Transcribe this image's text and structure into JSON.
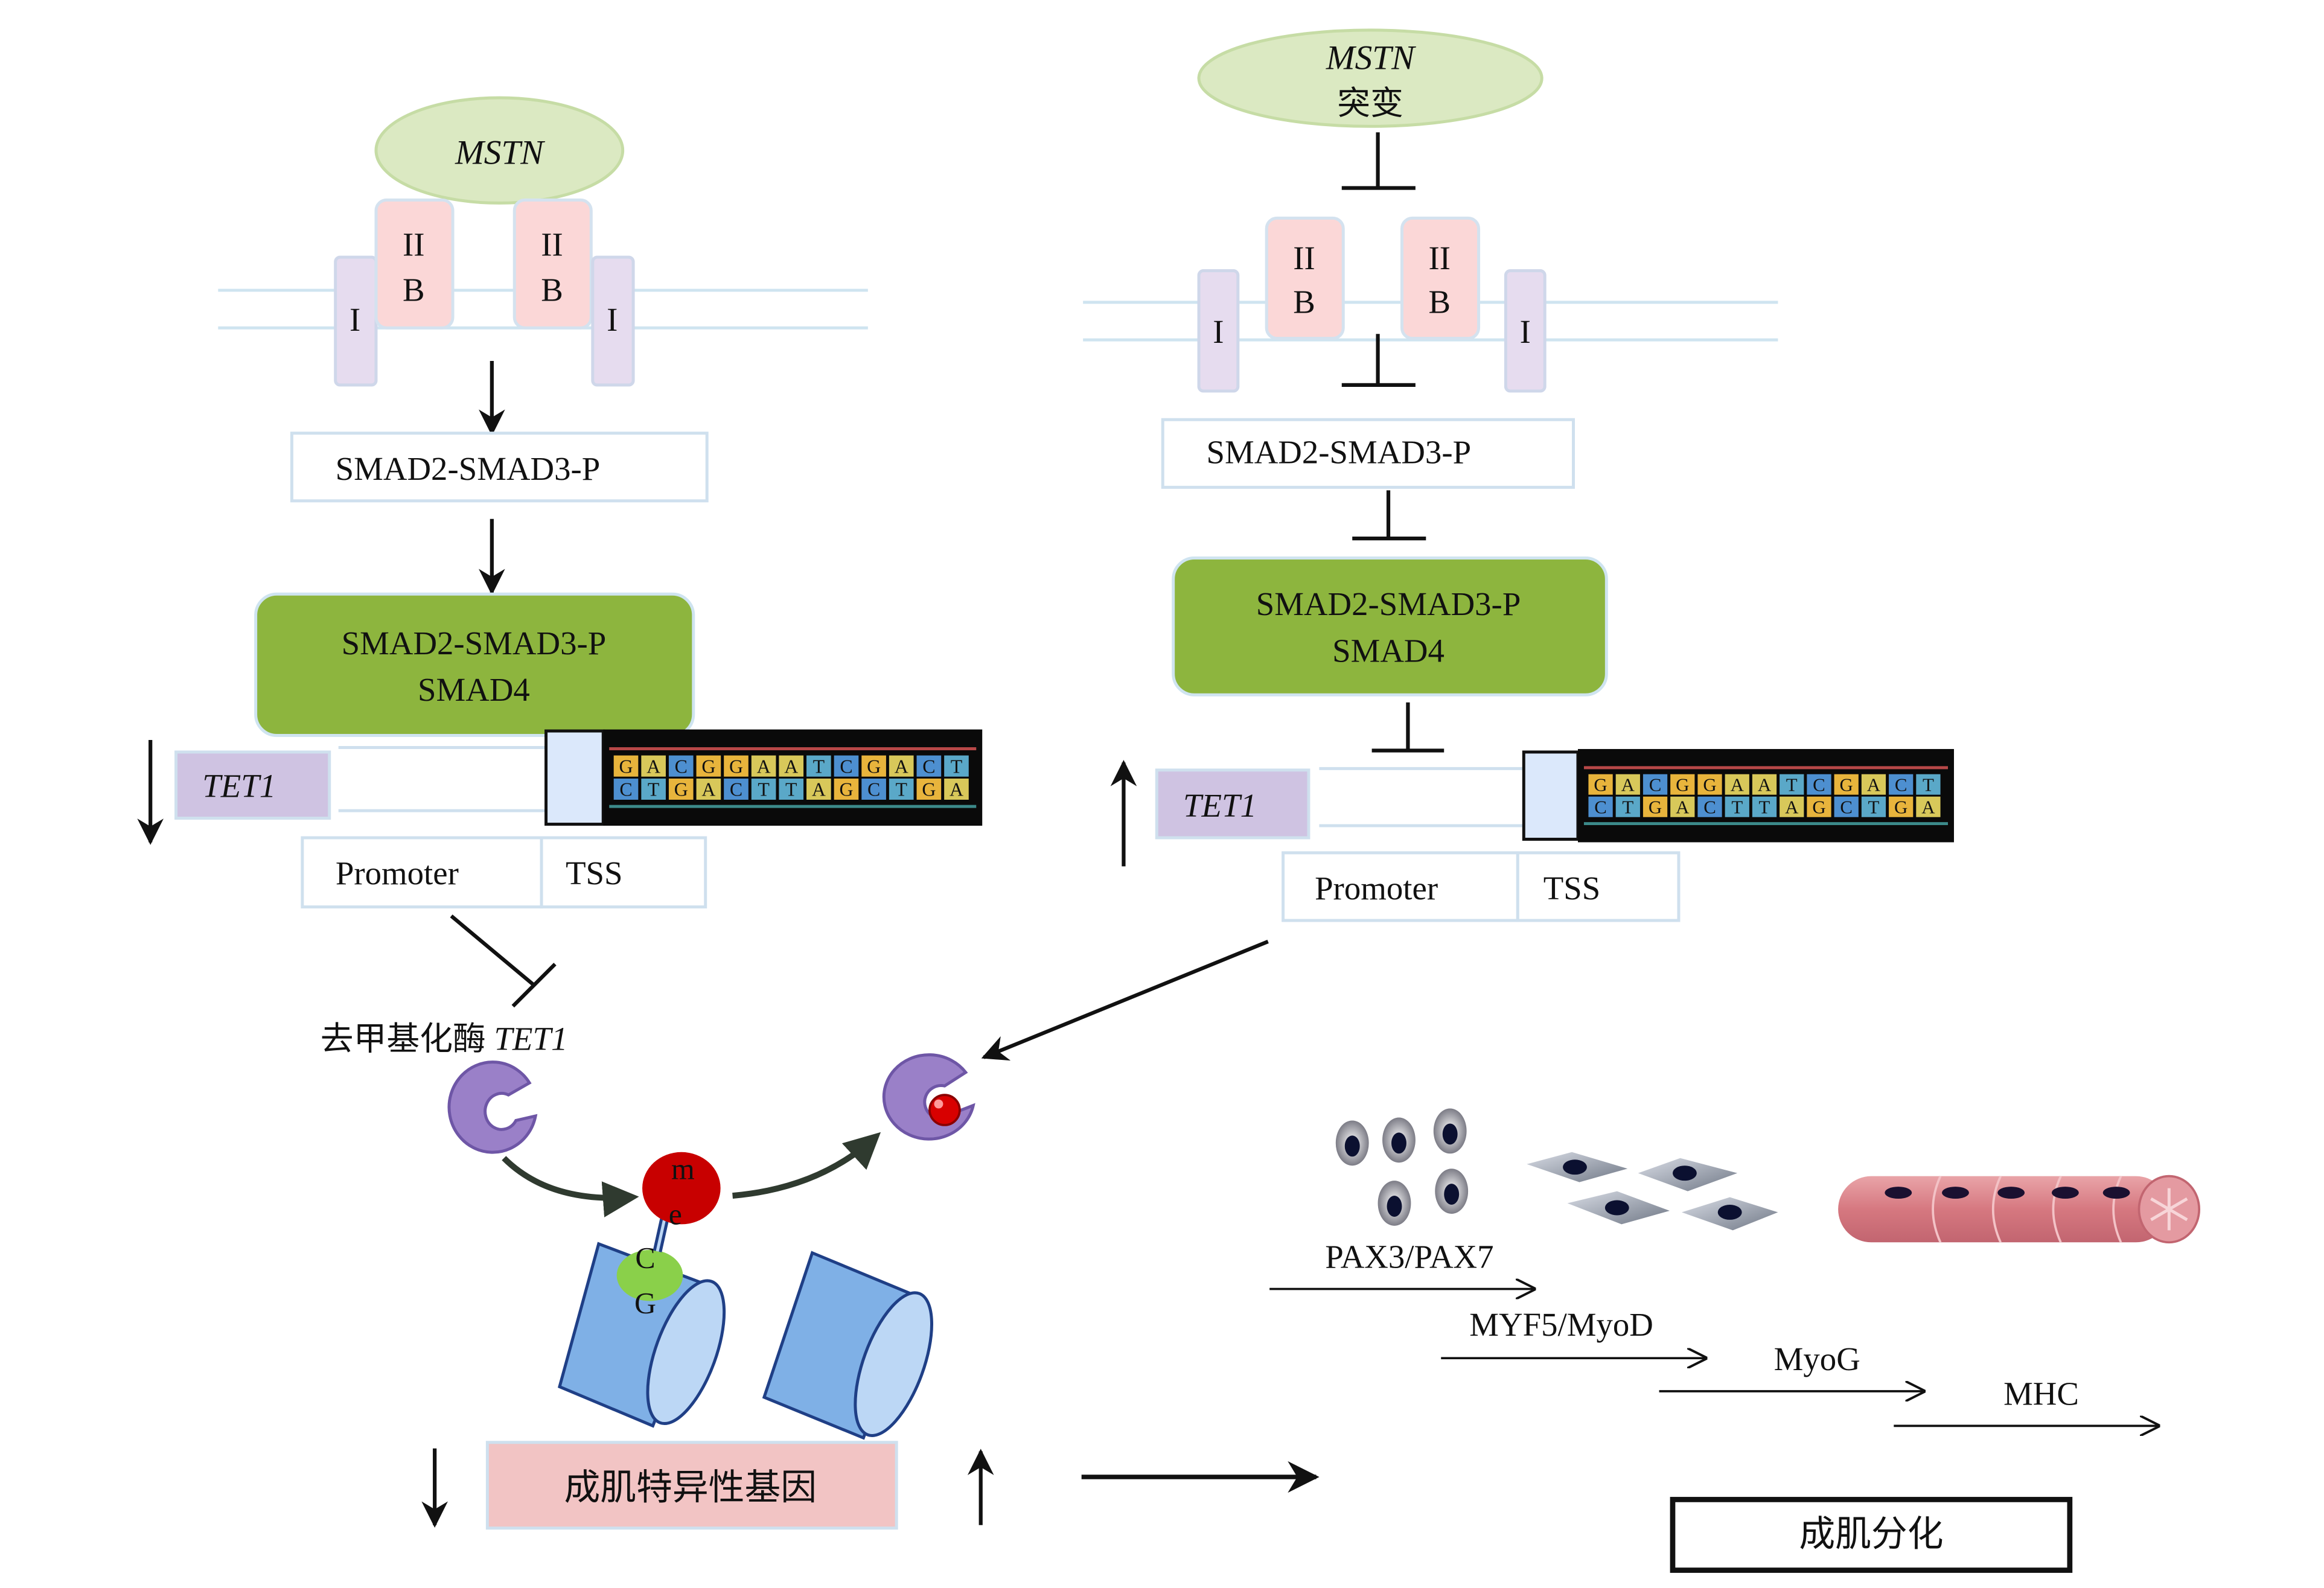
{
  "left_panel": {
    "ligand": "MSTN",
    "receptor_iib_top": "II",
    "receptor_iib_bottom": "B",
    "receptor_i": "I",
    "smad_p_label": "SMAD2-SMAD3-P",
    "complex_line1": "SMAD2-SMAD3-P",
    "complex_line2": "SMAD4",
    "tet1_label": "TET1",
    "promoter_label": "Promoter",
    "tss_label": "TSS",
    "demethylase_prefix": "去甲基化酶 ",
    "demethylase_gene": "TET1"
  },
  "right_panel": {
    "ligand_line1": "MSTN",
    "ligand_line2": "突变",
    "receptor_iib_top": "II",
    "receptor_iib_bottom": "B",
    "receptor_i": "I",
    "smad_p_label": "SMAD2-SMAD3-P",
    "complex_line1": "SMAD2-SMAD3-P",
    "complex_line2": "SMAD4",
    "tet1_label": "TET1",
    "promoter_label": "Promoter",
    "tss_label": "TSS"
  },
  "dna": {
    "top_strand": [
      "G",
      "A",
      "C",
      "G",
      "G",
      "A",
      "A",
      "T",
      "C",
      "G",
      "A",
      "C",
      "T"
    ],
    "bottom_strand": [
      "C",
      "T",
      "G",
      "A",
      "C",
      "T",
      "T",
      "A",
      "G",
      "C",
      "T",
      "G",
      "A"
    ],
    "base_colors": {
      "A": "#d8c85a",
      "C": "#4d8fd0",
      "G": "#e8b43c",
      "T": "#5aa8c8"
    }
  },
  "methylation": {
    "m": "m",
    "e": "e",
    "c": "C",
    "g": "G"
  },
  "genes_label": "成肌特异性基因",
  "markers": [
    "PAX3/PAX7",
    "MYF5/MyoD",
    "MyoG",
    "MHC"
  ],
  "outcome_label": "成肌分化",
  "colors": {
    "ligand_fill": "#dbe9c2",
    "receptor_iib": "#fbd7d7",
    "receptor_i": "#e6dcef",
    "complex_green": "#8db53e",
    "tet1_fill": "#cfc3e2",
    "gene_box": "#f2c4c4",
    "nucleosome": "#7fb0e6",
    "enzyme": "#9a80c8",
    "methyl": "#c80000",
    "cpg": "#8ad04a",
    "muscle_fiber": "#d9878e"
  }
}
